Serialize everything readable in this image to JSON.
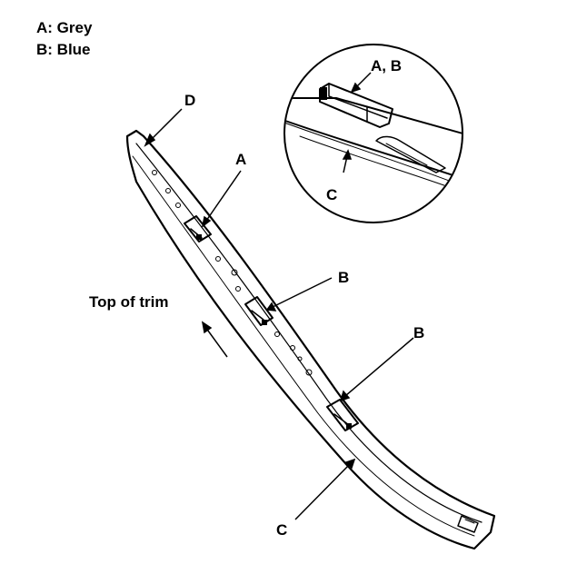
{
  "legend": {
    "line1": "A: Grey",
    "line2": "B: Blue"
  },
  "labels": {
    "d": "D",
    "a": "A",
    "b1": "B",
    "b2": "B",
    "c": "C",
    "detail_ab": "A, B",
    "detail_c": "C",
    "direction": "Top of trim"
  }
}
